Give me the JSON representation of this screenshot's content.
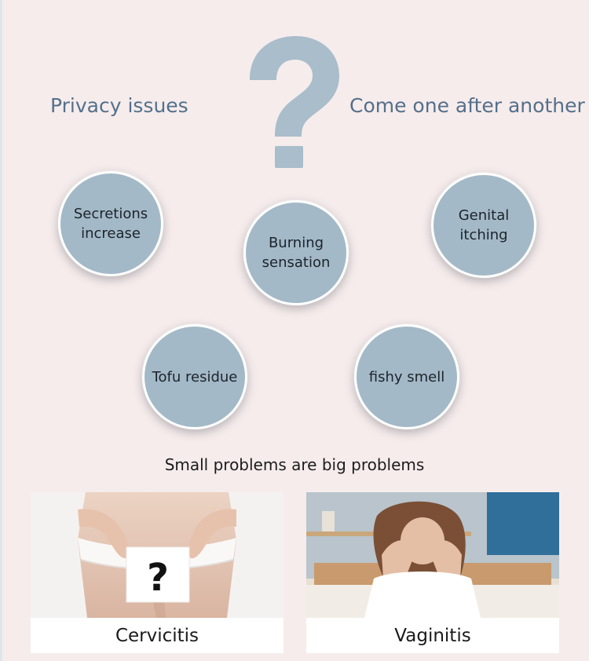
{
  "header": {
    "left_text": "Privacy issues",
    "right_text": "Come one after another",
    "icon": "question-mark-icon"
  },
  "symptoms": [
    {
      "label": "Secretions increase"
    },
    {
      "label": "Burning sensation"
    },
    {
      "label": "Genital itching"
    },
    {
      "label": "Tofu residue"
    },
    {
      "label": "fishy smell"
    }
  ],
  "tagline": "Small problems are big problems",
  "cards": [
    {
      "caption": "Cervicitis"
    },
    {
      "caption": "Vaginitis"
    }
  ],
  "colors": {
    "background": "#f6ecec",
    "bubble": "#a3b9c7",
    "heading": "#54708a",
    "question_mark": "#a9bdcb"
  }
}
